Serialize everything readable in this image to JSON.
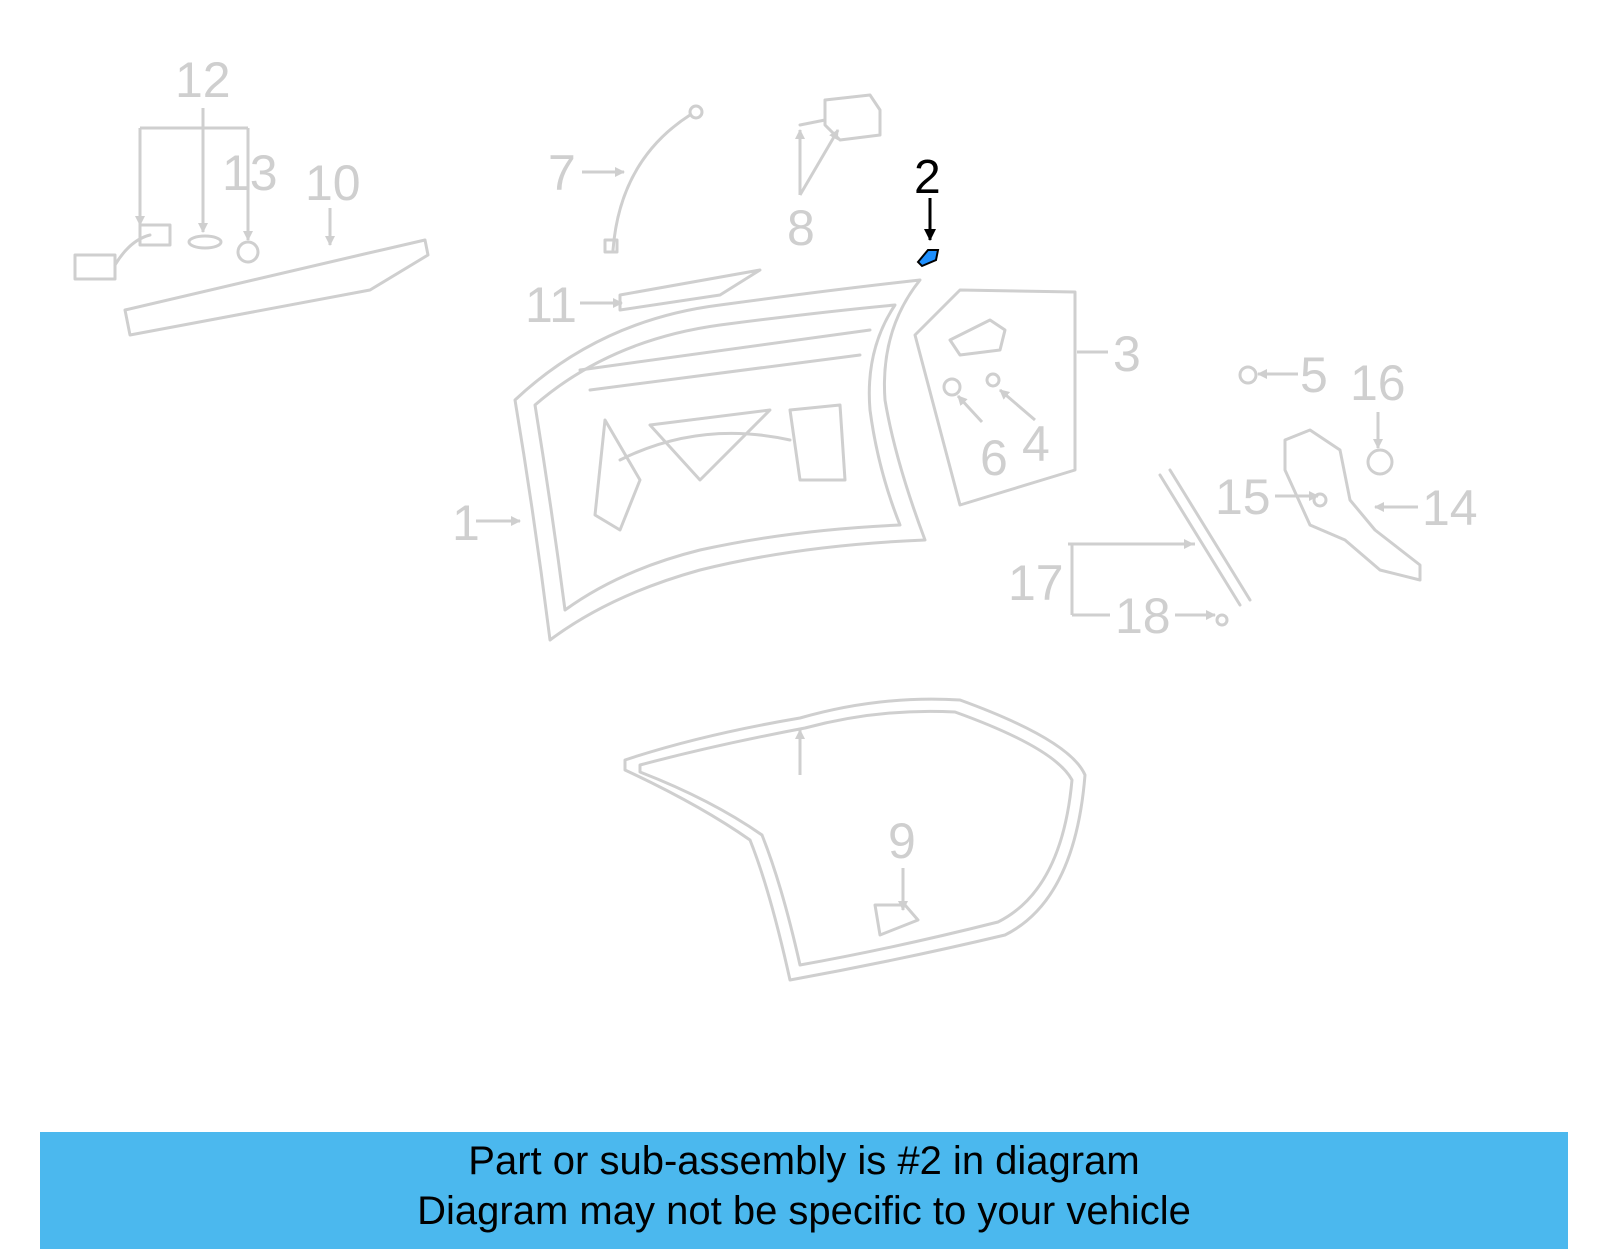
{
  "diagram": {
    "callouts": [
      {
        "id": "1",
        "label": "1",
        "highlighted": false
      },
      {
        "id": "2",
        "label": "2",
        "highlighted": true
      },
      {
        "id": "3",
        "label": "3",
        "highlighted": false
      },
      {
        "id": "4",
        "label": "4",
        "highlighted": false
      },
      {
        "id": "5",
        "label": "5",
        "highlighted": false
      },
      {
        "id": "6",
        "label": "6",
        "highlighted": false
      },
      {
        "id": "7",
        "label": "7",
        "highlighted": false
      },
      {
        "id": "8",
        "label": "8",
        "highlighted": false
      },
      {
        "id": "9",
        "label": "9",
        "highlighted": false
      },
      {
        "id": "10",
        "label": "10",
        "highlighted": false
      },
      {
        "id": "11",
        "label": "11",
        "highlighted": false
      },
      {
        "id": "12",
        "label": "12",
        "highlighted": false
      },
      {
        "id": "13",
        "label": "13",
        "highlighted": false
      },
      {
        "id": "14",
        "label": "14",
        "highlighted": false
      },
      {
        "id": "15",
        "label": "15",
        "highlighted": false
      },
      {
        "id": "16",
        "label": "16",
        "highlighted": false
      },
      {
        "id": "17",
        "label": "17",
        "highlighted": false
      },
      {
        "id": "18",
        "label": "18",
        "highlighted": false
      }
    ],
    "highlight_color": "#1e90ff",
    "part_color": "#cfcfcf"
  },
  "banner": {
    "line1": "Part or sub-assembly is #2 in diagram",
    "line2": "Diagram may not be specific to your vehicle",
    "color": "#4bb8ee"
  }
}
